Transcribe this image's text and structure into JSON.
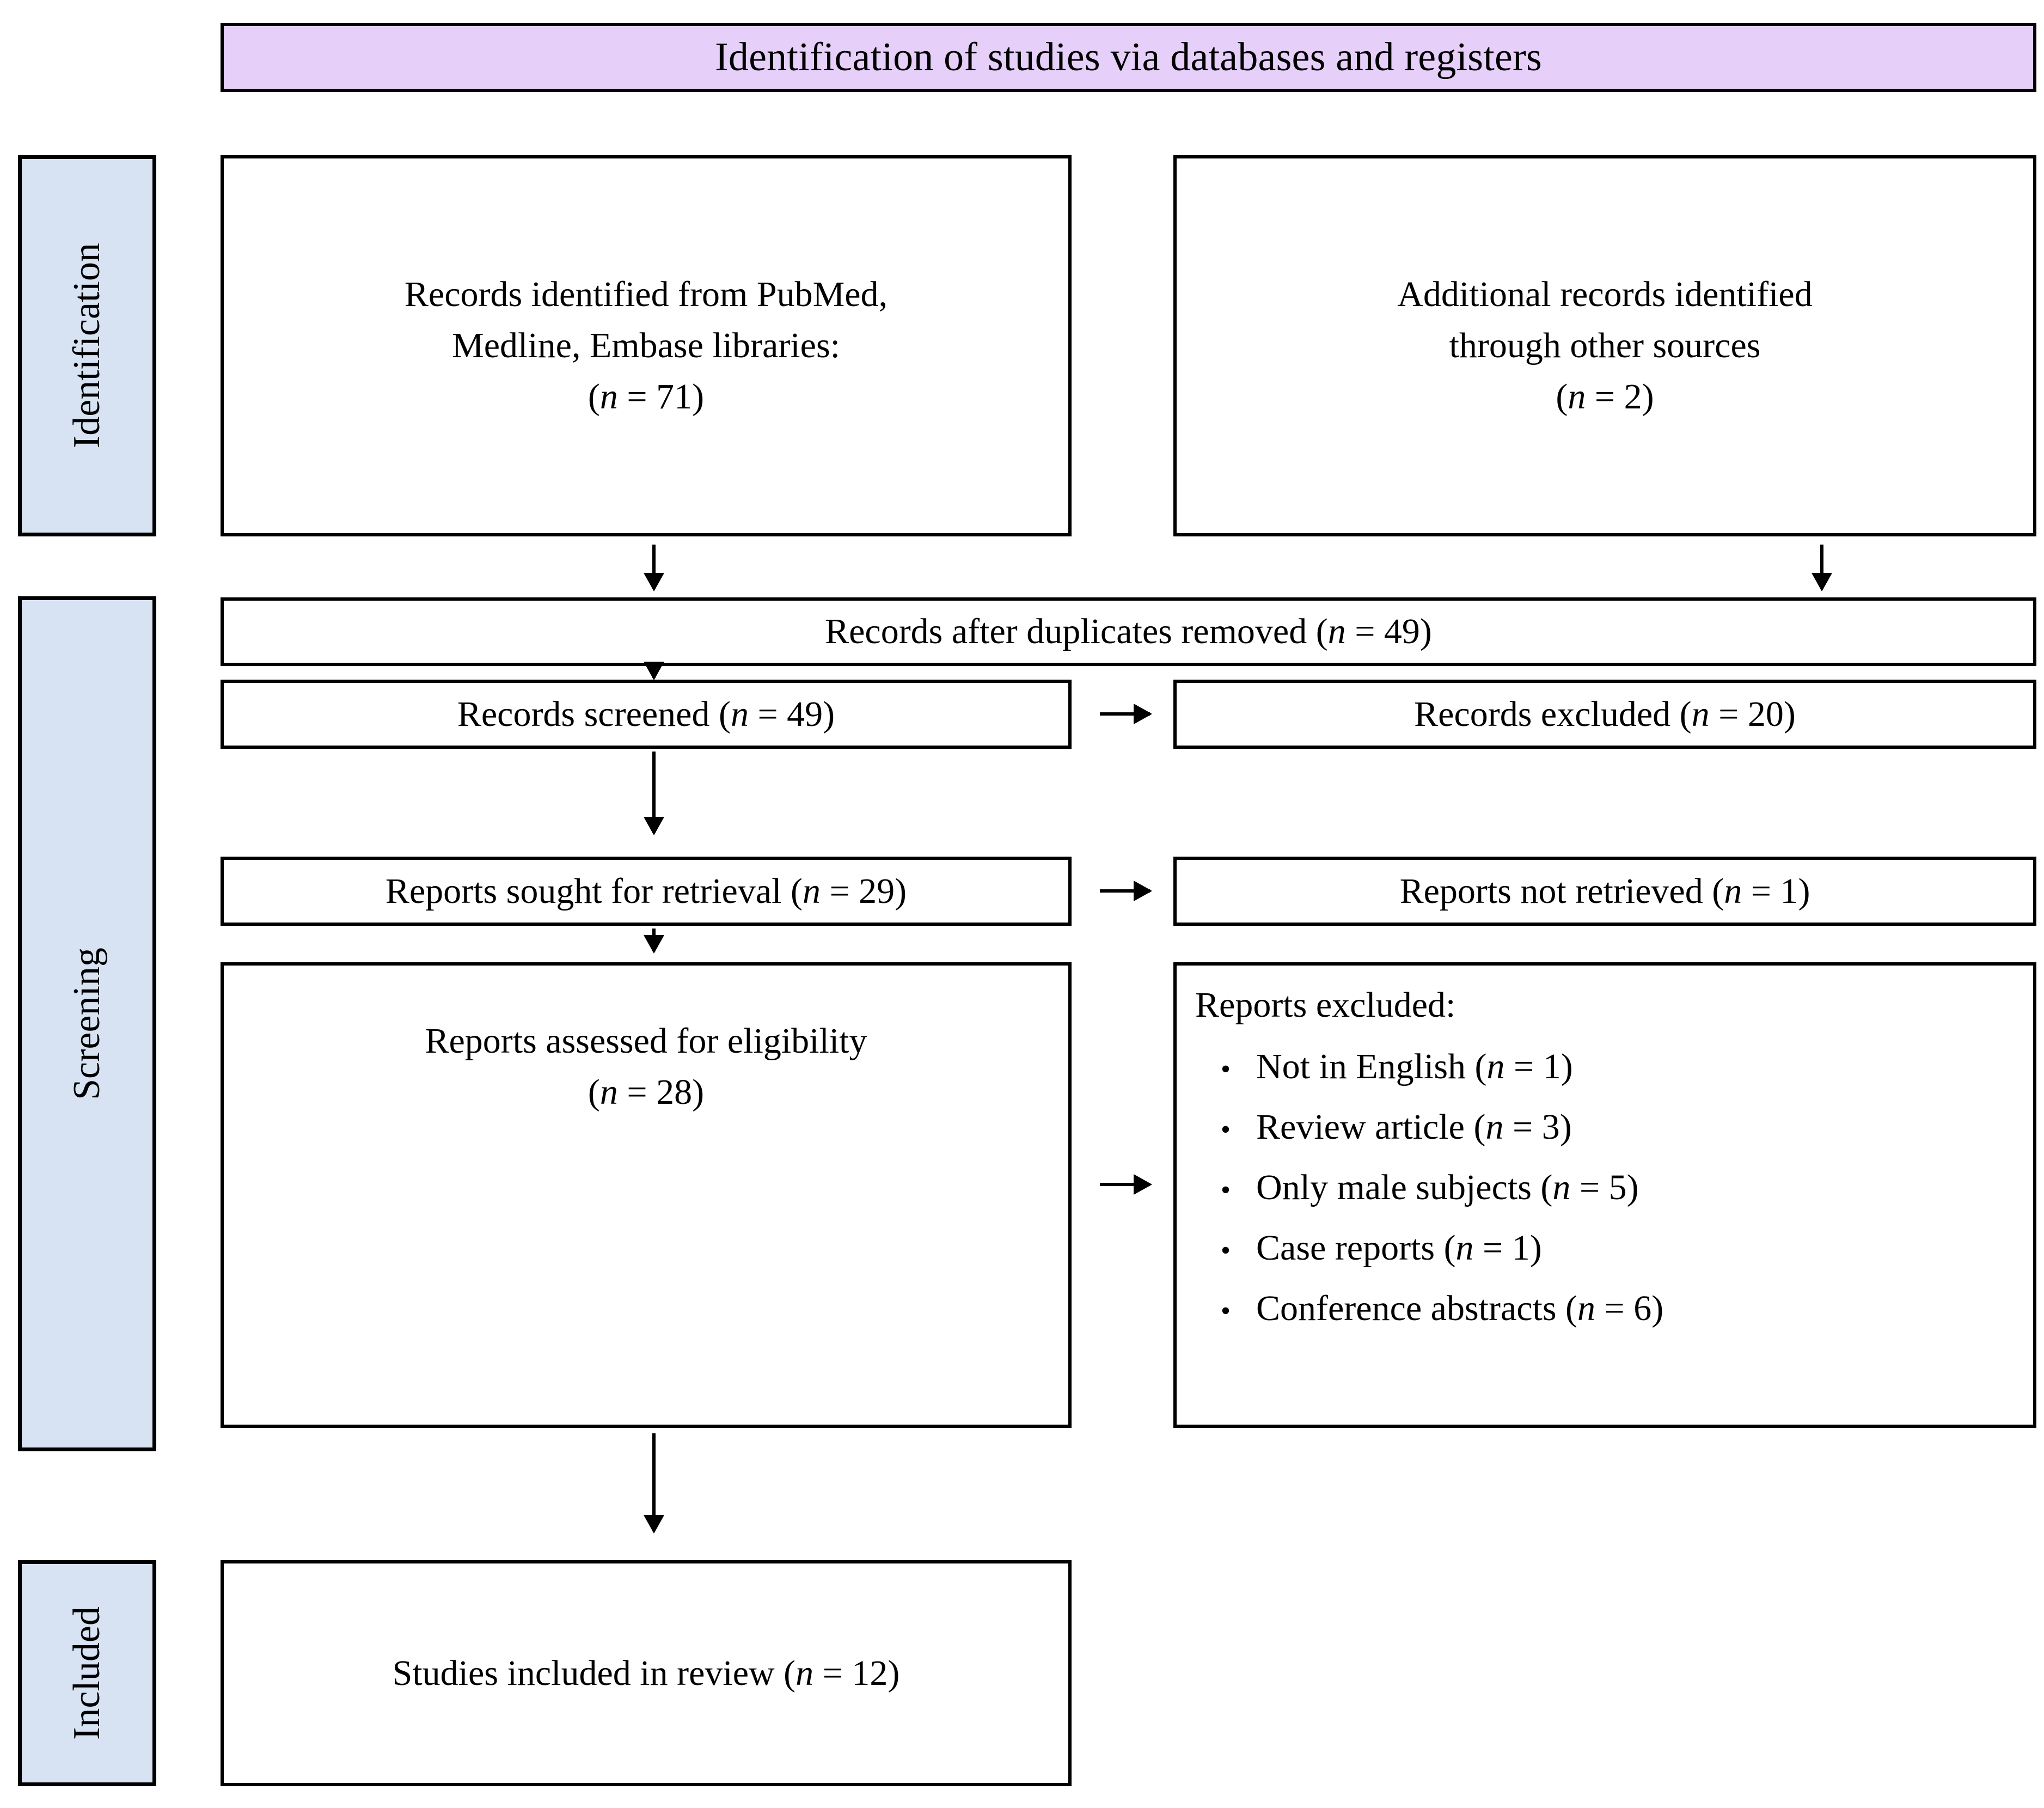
{
  "diagram": {
    "title": "Identification of studies via databases and registers",
    "colors": {
      "header_fill": "#E6D0FA",
      "stage_fill": "#D7E2F2",
      "border": "#000000",
      "background": "#FFFFFF"
    }
  },
  "stages": {
    "identification": "Identification",
    "screening": "Screening",
    "included": "Included"
  },
  "boxes": {
    "db_records": {
      "line1": "Records identified from PubMed,",
      "line2": "Medline, Embase libraries:",
      "count_prefix": "(",
      "count_italic": "n",
      "count_suffix": " = 71)"
    },
    "other_sources": {
      "line1": "Additional records identified",
      "line2": "through other sources",
      "count_prefix": "(",
      "count_italic": "n",
      "count_suffix": " = 2)"
    },
    "duplicates": {
      "text": "Records after duplicates removed (",
      "italic": "n",
      "suffix": " = 49)"
    },
    "screened": {
      "text": "Records screened (",
      "italic": "n",
      "suffix": " = 49)"
    },
    "records_excluded": {
      "text": "Records excluded (",
      "italic": "n",
      "suffix": " = 20)"
    },
    "sought": {
      "text": "Reports sought for retrieval (",
      "italic": "n",
      "suffix": " = 29)"
    },
    "not_retrieved": {
      "text": "Reports not retrieved (",
      "italic": "n",
      "suffix": " = 1)"
    },
    "eligibility": {
      "line1": "Reports assessed for eligibility",
      "count_prefix": "(",
      "count_italic": "n",
      "count_suffix": " = 28)"
    },
    "reports_excluded": {
      "heading": "Reports excluded:",
      "bullet_glyph": "•",
      "items": [
        {
          "label": "Not in English (",
          "italic": "n",
          "suffix": " = 1)"
        },
        {
          "label": "Review article (",
          "italic": "n",
          "suffix": " = 3)"
        },
        {
          "label": "Only male subjects (",
          "italic": "n",
          "suffix": " = 5)"
        },
        {
          "label": "Case reports (",
          "italic": "n",
          "suffix": " = 1)"
        },
        {
          "label": "Conference abstracts (",
          "italic": "n",
          "suffix": " = 6)"
        }
      ]
    },
    "included": {
      "text": "Studies included in review (",
      "italic": "n",
      "suffix": " = 12)"
    }
  },
  "chart_data": {
    "type": "diagram",
    "title": "Identification of studies via databases and registers",
    "nodes": [
      {
        "id": "db_records",
        "stage": "Identification",
        "label": "Records identified from PubMed, Medline, Embase libraries",
        "n": 71
      },
      {
        "id": "other_sources",
        "stage": "Identification",
        "label": "Additional records identified through other sources",
        "n": 2
      },
      {
        "id": "duplicates",
        "stage": "Screening",
        "label": "Records after duplicates removed",
        "n": 49
      },
      {
        "id": "screened",
        "stage": "Screening",
        "label": "Records screened",
        "n": 49
      },
      {
        "id": "records_excluded",
        "stage": "Screening",
        "label": "Records excluded",
        "n": 20
      },
      {
        "id": "sought",
        "stage": "Screening",
        "label": "Reports sought for retrieval",
        "n": 29
      },
      {
        "id": "not_retrieved",
        "stage": "Screening",
        "label": "Reports not retrieved",
        "n": 1
      },
      {
        "id": "eligibility",
        "stage": "Screening",
        "label": "Reports assessed for eligibility",
        "n": 28
      },
      {
        "id": "reports_excluded",
        "stage": "Screening",
        "label": "Reports excluded",
        "reasons": [
          {
            "reason": "Not in English",
            "n": 1
          },
          {
            "reason": "Review article",
            "n": 3
          },
          {
            "reason": "Only male subjects",
            "n": 5
          },
          {
            "reason": "Case reports",
            "n": 1
          },
          {
            "reason": "Conference abstracts",
            "n": 6
          }
        ]
      },
      {
        "id": "included",
        "stage": "Included",
        "label": "Studies included in review",
        "n": 12
      }
    ],
    "edges": [
      {
        "from": "db_records",
        "to": "duplicates",
        "dir": "down"
      },
      {
        "from": "other_sources",
        "to": "duplicates",
        "dir": "down"
      },
      {
        "from": "duplicates",
        "to": "screened",
        "dir": "down"
      },
      {
        "from": "screened",
        "to": "records_excluded",
        "dir": "right"
      },
      {
        "from": "screened",
        "to": "sought",
        "dir": "down"
      },
      {
        "from": "sought",
        "to": "not_retrieved",
        "dir": "right"
      },
      {
        "from": "sought",
        "to": "eligibility",
        "dir": "down"
      },
      {
        "from": "eligibility",
        "to": "reports_excluded",
        "dir": "right"
      },
      {
        "from": "eligibility",
        "to": "included",
        "dir": "down"
      }
    ]
  }
}
